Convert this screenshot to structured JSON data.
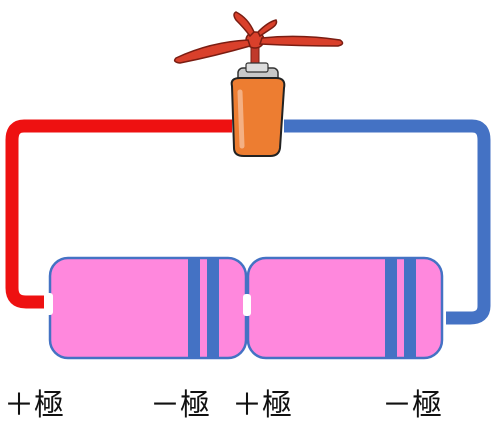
{
  "labels": {
    "battery1_positive": "＋極",
    "battery1_negative": "－極",
    "battery2_positive": "＋極",
    "battery2_negative": "－極"
  },
  "colors": {
    "positive_wire": "#ee1111",
    "negative_wire": "#4472c4",
    "battery_body": "#ff88dd",
    "battery_band": "#4472c4",
    "motor_body": "#ed7d31",
    "propeller": "#d9402b"
  },
  "icons": {
    "motor": "motor-icon",
    "propeller": "propeller-icon",
    "battery": "battery-icon"
  }
}
